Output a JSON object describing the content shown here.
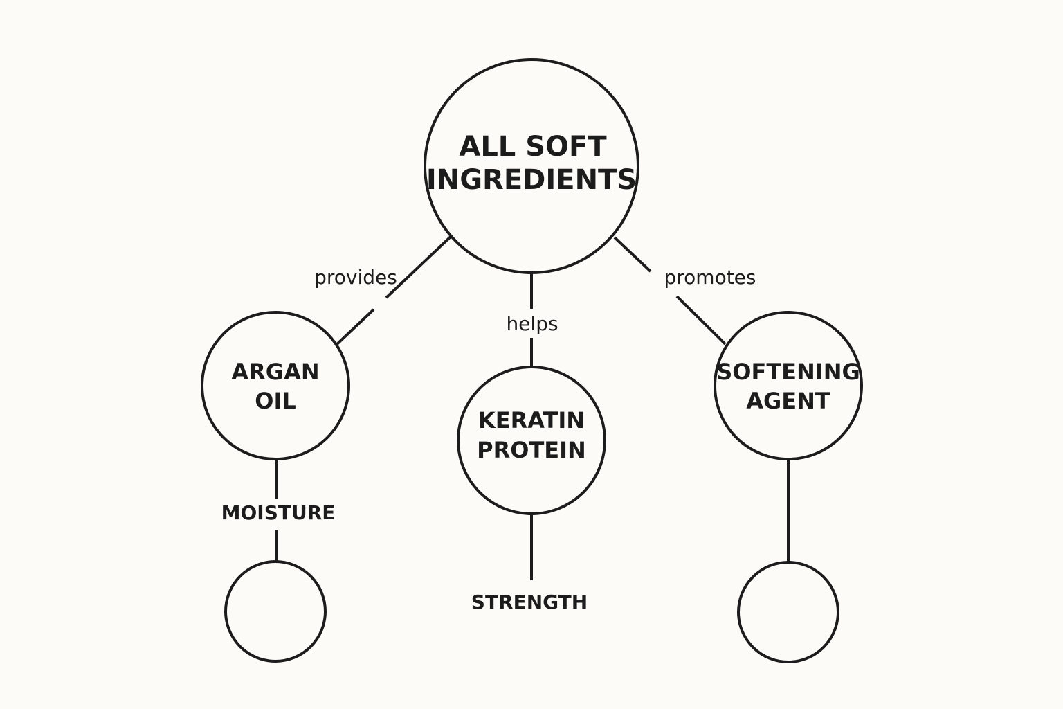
{
  "diagram": {
    "root": {
      "line1": "ALL SOFT",
      "line2": "INGREDIENTS"
    },
    "edges": {
      "left": "provides",
      "center": "helps",
      "right": "promotes"
    },
    "nodes": {
      "argan": {
        "line1": "ARGAN",
        "line2": "OIL"
      },
      "keratin": {
        "line1": "KERATIN",
        "line2": "PROTEIN"
      },
      "softening": {
        "line1": "SOFTENING",
        "line2": "AGENT"
      }
    },
    "leaves": {
      "moisture": "MOISTURE",
      "strength": "STRENGTH"
    },
    "colors": {
      "background": "#fcfbf7",
      "stroke": "#1c1c1c"
    }
  }
}
